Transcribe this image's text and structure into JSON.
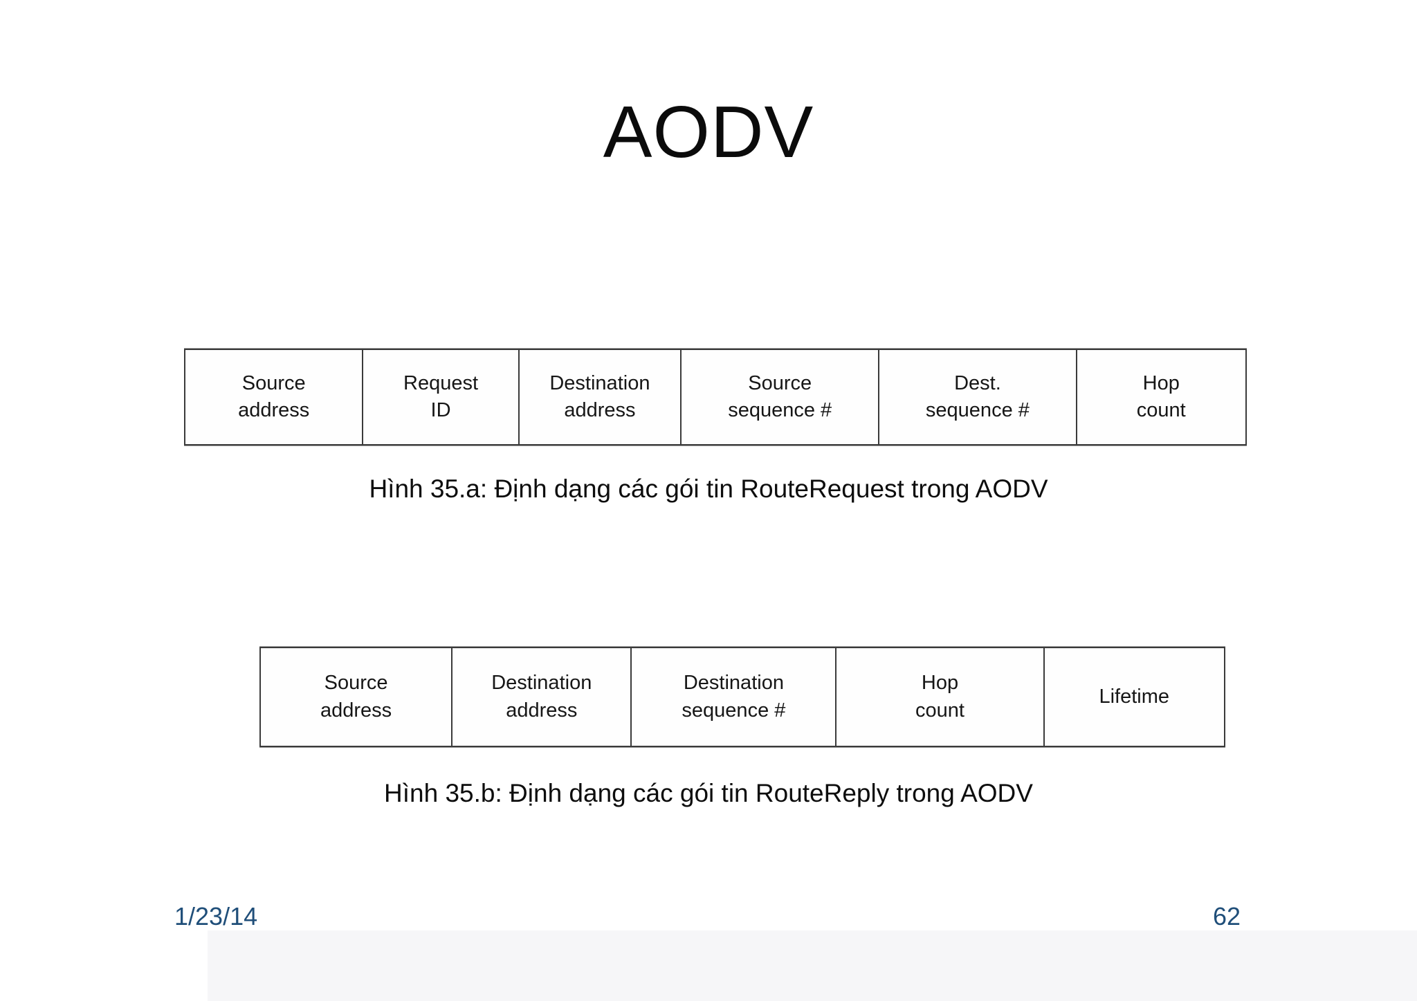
{
  "slide": {
    "title": "AODV",
    "footer": {
      "date": "1/23/14",
      "page_number": "62"
    }
  },
  "figure_a": {
    "fields": [
      "Source\naddress",
      "Request\nID",
      "Destination\naddress",
      "Source\nsequence #",
      "Dest.\nsequence #",
      "Hop\ncount"
    ],
    "caption": "Hình 35.a: Định dạng các gói tin RouteRequest trong AODV"
  },
  "figure_b": {
    "fields": [
      "Source\naddress",
      "Destination\naddress",
      "Destination\nsequence #",
      "Hop\ncount",
      "Lifetime"
    ],
    "caption": "Hình 35.b: Định dạng các gói tin RouteReply trong AODV"
  },
  "colors": {
    "footer_text": "#1f4e79",
    "table_border": "#3a3a3a",
    "background": "#ffffff"
  }
}
